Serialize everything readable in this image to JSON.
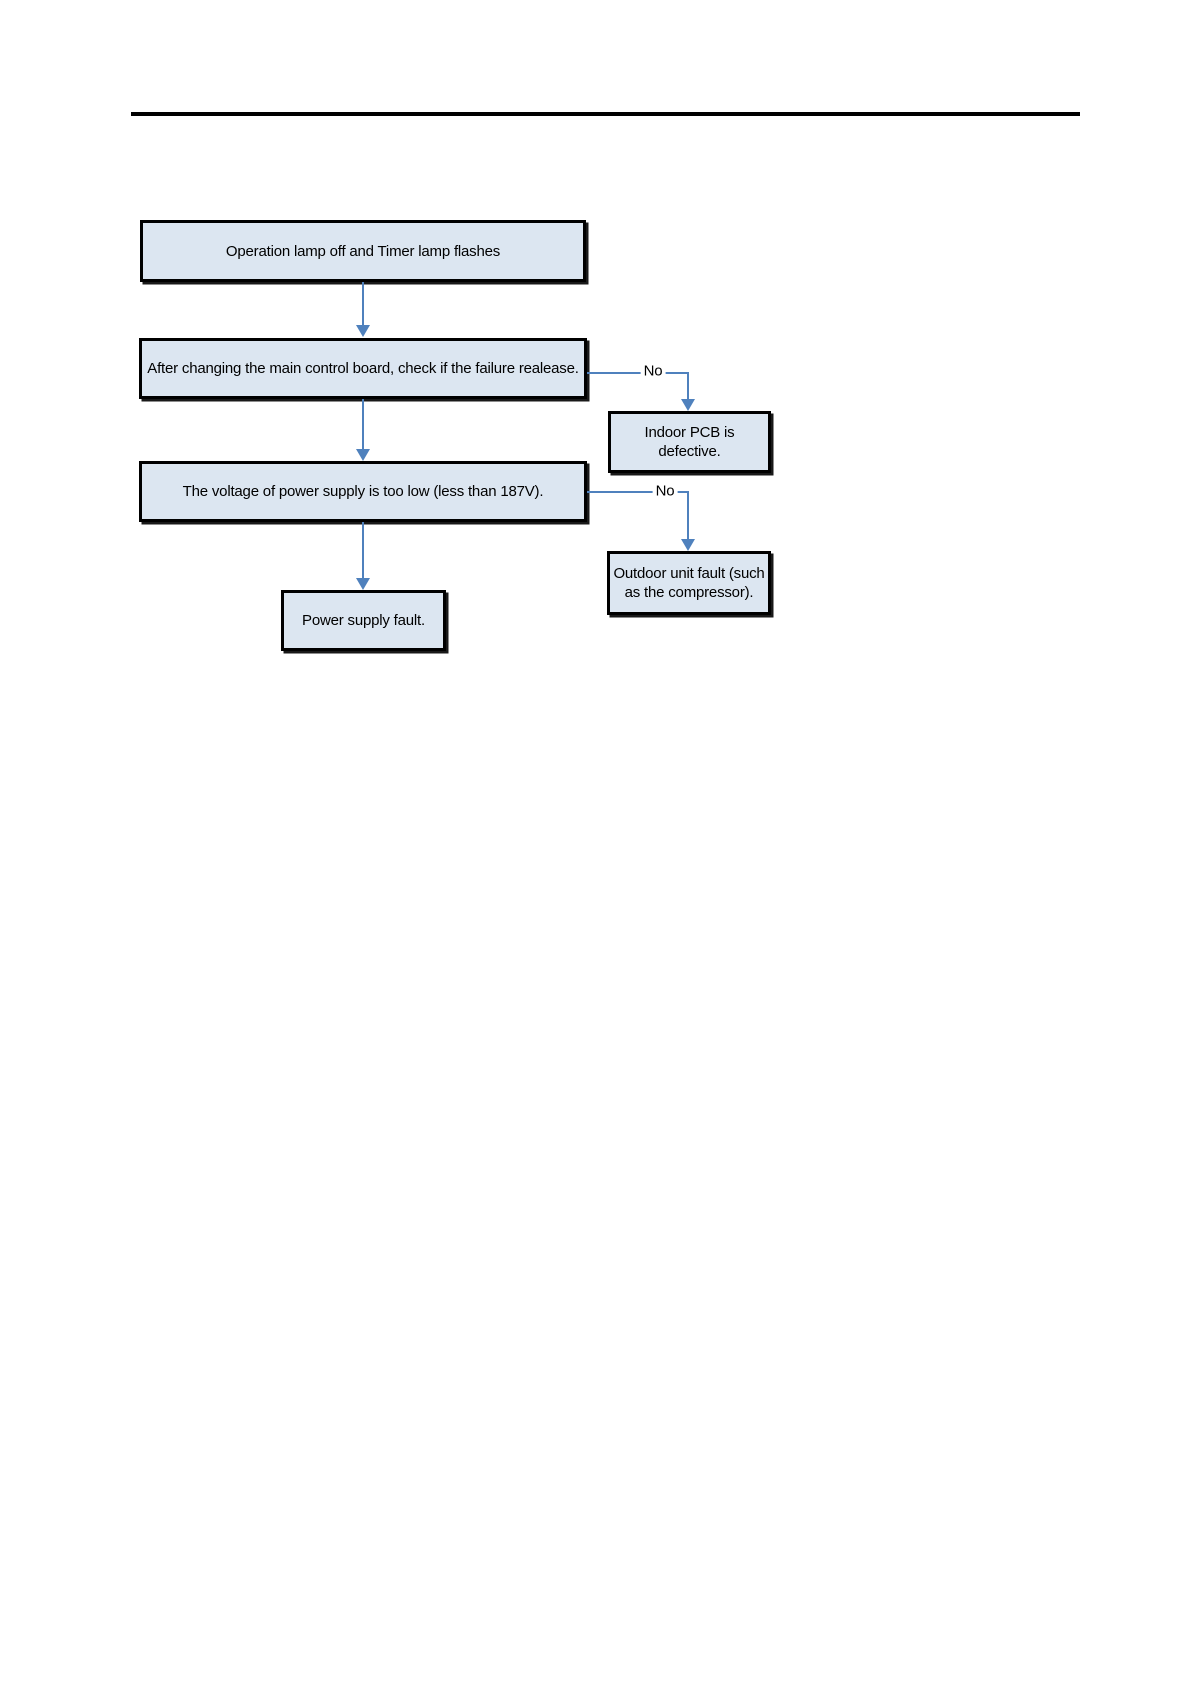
{
  "flowchart": {
    "nodes": {
      "symptom": {
        "label": "Operation lamp off and Timer lamp flashes"
      },
      "check_board": {
        "label": "After changing the main control board, check if the failure realease."
      },
      "low_voltage": {
        "label": "The voltage of power supply is too low (less than 187V)."
      },
      "power_fault": {
        "label": "Power supply fault."
      },
      "indoor_pcb": {
        "label": "Indoor PCB is defective."
      },
      "outdoor_fault": {
        "label": "Outdoor unit fault (such as the compressor)."
      }
    },
    "edges": [
      {
        "label": "No"
      },
      {
        "label": "No"
      }
    ],
    "colors": {
      "box_fill": "#dce6f1",
      "box_border": "#000000",
      "connector": "#4f81bd",
      "text": "#000000"
    }
  }
}
